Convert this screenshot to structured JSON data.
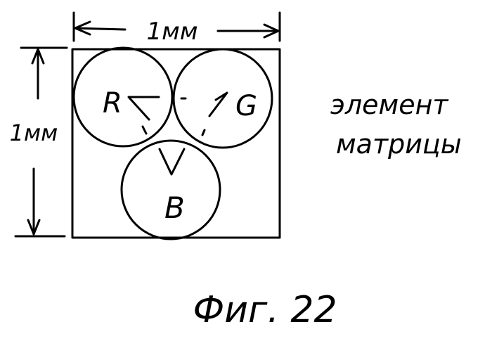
{
  "dimensions": {
    "width_label": "1мм",
    "height_label": "1мм"
  },
  "circles": {
    "red_label": "R",
    "green_label": "G",
    "blue_label": "B"
  },
  "caption": {
    "line1": "элемент",
    "line2": "матрицы"
  },
  "figure_label": "Фиг. 22",
  "ink_color": "#000000"
}
